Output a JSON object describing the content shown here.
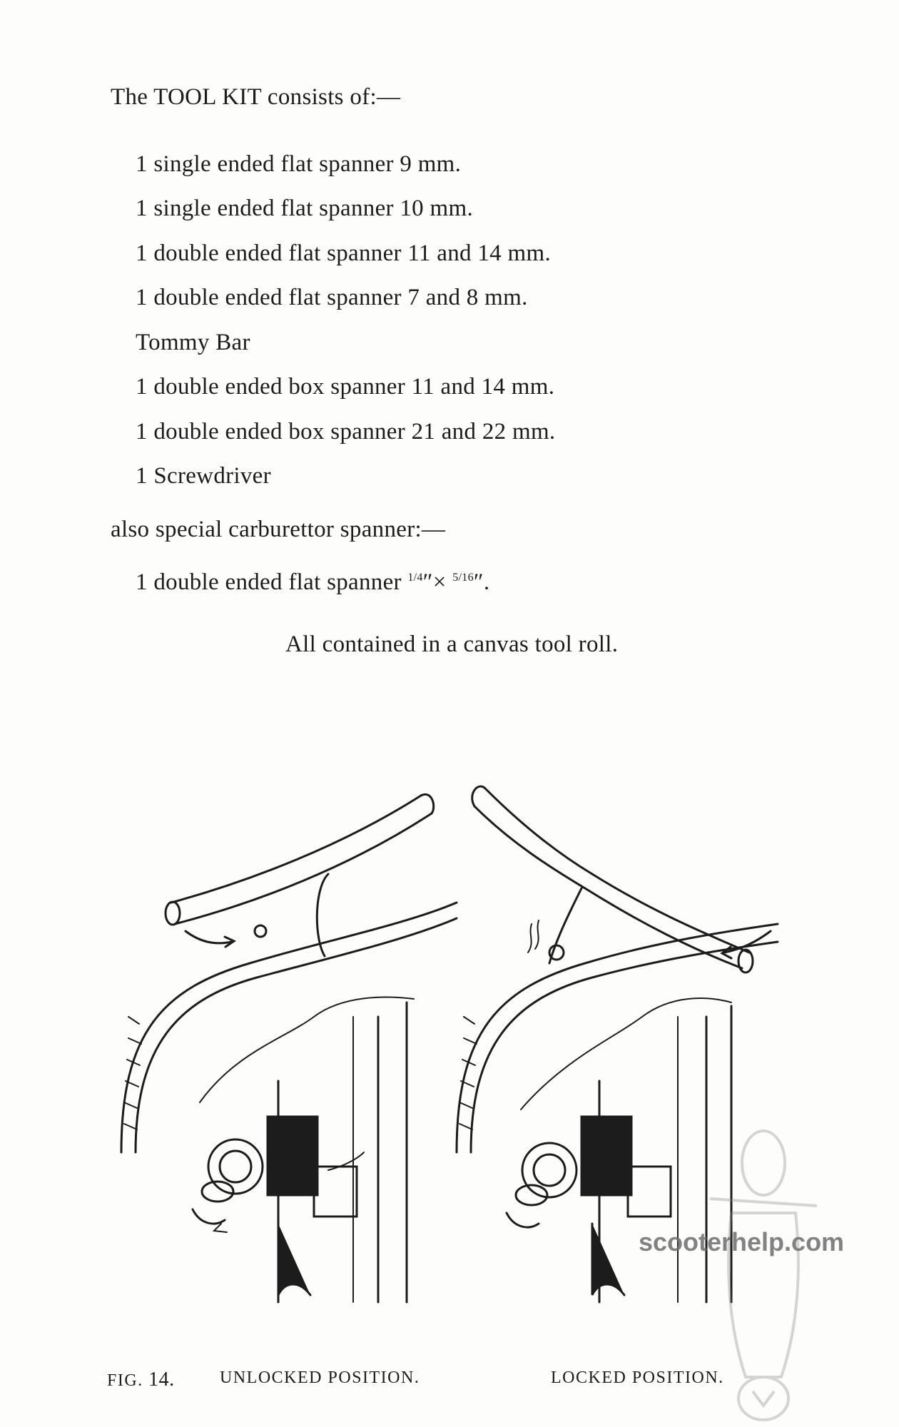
{
  "intro": "The TOOL KIT consists of:—",
  "kit_items": [
    "1 single ended flat spanner 9 mm.",
    "1 single ended flat spanner 10 mm.",
    "1 double ended flat spanner 11 and 14 mm.",
    "1 double ended flat spanner 7 and 8 mm.",
    "Tommy Bar",
    "1 double ended box spanner 11 and 14 mm.",
    "1 double ended box spanner 21 and 22 mm.",
    "1 Screwdriver"
  ],
  "also": "also special carburettor spanner:—",
  "special": {
    "prefix": "1 double ended flat spanner ",
    "frac1": "1/4",
    "mid": "″× ",
    "frac2": "5/16",
    "suffix": "″."
  },
  "summary": "All contained in a canvas tool roll.",
  "caption": {
    "fig_label": "FIG.",
    "fig_number": "14.",
    "left": "UNLOCKED POSITION.",
    "right": "LOCKED POSITION."
  },
  "watermark": "scooterhelp.com"
}
